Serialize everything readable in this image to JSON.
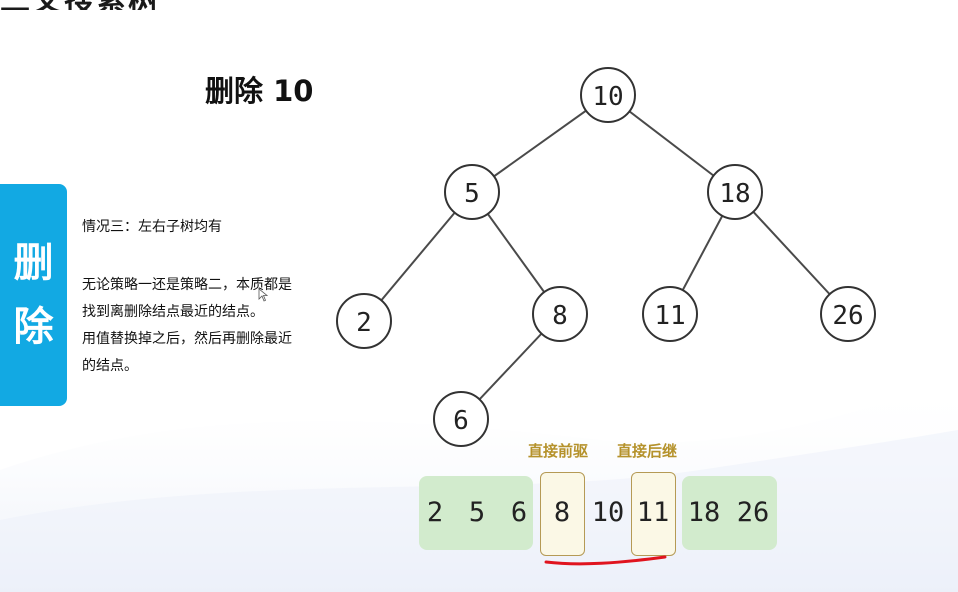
{
  "header": {
    "partial_title": "二叉搜索树"
  },
  "slide": {
    "title": "删除 10",
    "side_tab": [
      "删",
      "除"
    ],
    "case": "情况三：左右子树均有",
    "description": [
      "无论策略一还是策略二，本质都是",
      "找到离删除结点最近的结点。",
      "用值替换掉之后，然后再删除最近",
      "的结点。"
    ]
  },
  "tree": {
    "nodes": [
      {
        "id": "n10",
        "label": "10"
      },
      {
        "id": "n5",
        "label": "5"
      },
      {
        "id": "n18",
        "label": "18"
      },
      {
        "id": "n2",
        "label": "2"
      },
      {
        "id": "n8",
        "label": "8"
      },
      {
        "id": "n11",
        "label": "11"
      },
      {
        "id": "n26",
        "label": "26"
      },
      {
        "id": "n6",
        "label": "6"
      }
    ],
    "edges": [
      [
        "n10",
        "n5"
      ],
      [
        "n10",
        "n18"
      ],
      [
        "n5",
        "n2"
      ],
      [
        "n5",
        "n8"
      ],
      [
        "n18",
        "n11"
      ],
      [
        "n18",
        "n26"
      ],
      [
        "n8",
        "n6"
      ]
    ]
  },
  "labels": {
    "predecessor": "直接前驱",
    "successor": "直接后继"
  },
  "sequence": [
    "2",
    "5",
    "6",
    "8",
    "10",
    "11",
    "18",
    "26"
  ],
  "colors": {
    "accent_blue": "#12a9e3",
    "gold": "#b5922b",
    "green": "#d2ebcd",
    "red": "#e0141e"
  }
}
